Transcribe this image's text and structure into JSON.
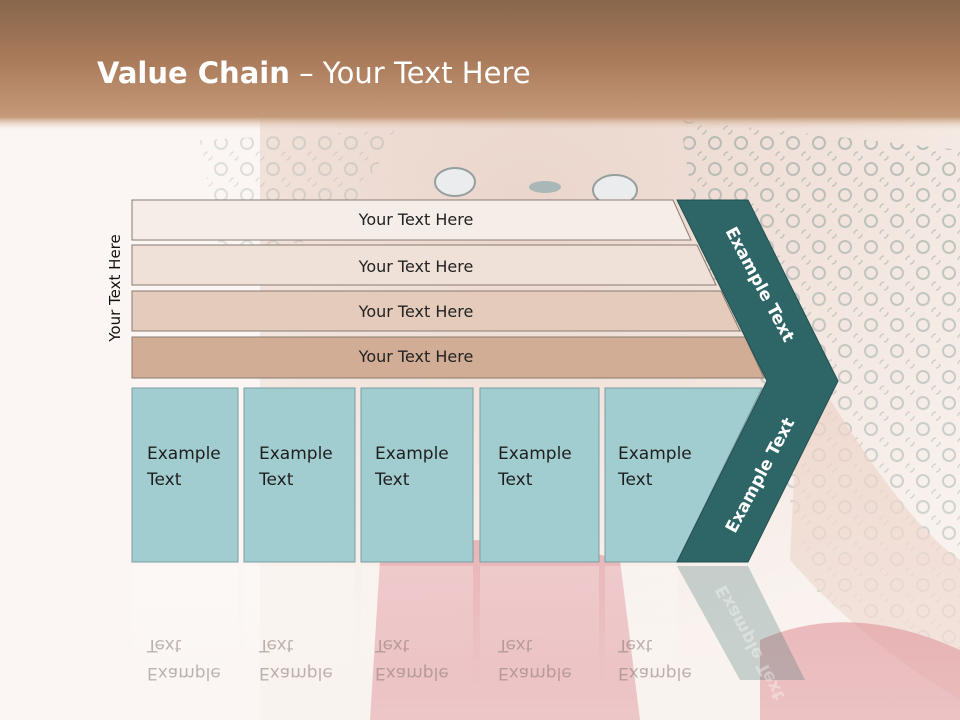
{
  "title": {
    "bold": "Value Chain",
    "rest": " – Your Text Here"
  },
  "side_label": "Your Text Here",
  "rows": [
    {
      "label": "Your Text Here",
      "fill": "#f5ede8"
    },
    {
      "label": "Your Text Here",
      "fill": "#efe1d7"
    },
    {
      "label": "Your Text Here",
      "fill": "#e4cbbb"
    },
    {
      "label": "Your Text Here",
      "fill": "#d2ad96"
    }
  ],
  "boxes": [
    {
      "line1": "Example",
      "line2": "Text"
    },
    {
      "line1": "Example",
      "line2": "Text"
    },
    {
      "line1": "Example",
      "line2": "Text"
    },
    {
      "line1": "Example",
      "line2": "Text"
    },
    {
      "line1": "Example",
      "line2": "Text"
    }
  ],
  "chevron": {
    "top_label": "Example Text",
    "bottom_label": "Example Text"
  },
  "colors": {
    "header": "#a97a5a",
    "box": "#a2cdd0",
    "chevron": "#2e6566",
    "row_border": "#8a7a70"
  }
}
